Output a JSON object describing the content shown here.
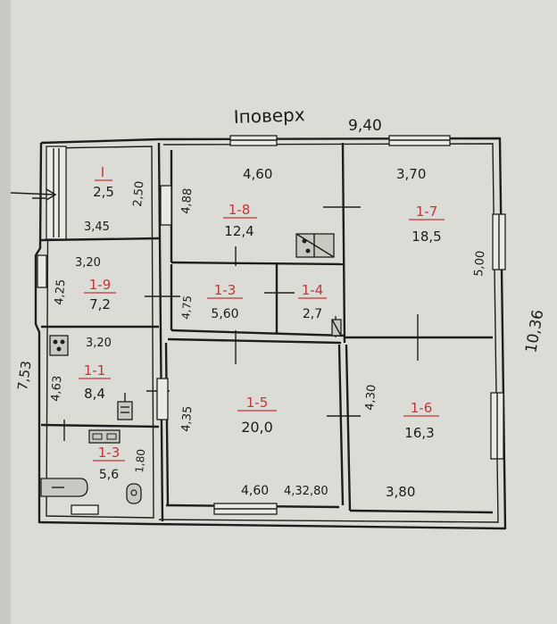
{
  "header": {
    "floor_label": "Іповерх",
    "overall_width": "9,40"
  },
  "side_dims": {
    "height_right": "10,36",
    "height_left": "7,53"
  },
  "rooms": [
    {
      "id": "room-1-2",
      "number": "I",
      "area": "2,5",
      "dims": [
        "2,50",
        "3,45"
      ]
    },
    {
      "id": "room-1-8",
      "number": "1-8",
      "area": "12,4",
      "dims": [
        "4,60",
        "4,88"
      ]
    },
    {
      "id": "room-1-7",
      "number": "1-7",
      "area": "18,5",
      "dims": [
        "3,70",
        "5,00"
      ]
    },
    {
      "id": "room-1-9",
      "number": "1-9",
      "area": "7,2",
      "dims": [
        "3,20",
        "4,25"
      ]
    },
    {
      "id": "room-1-3a",
      "number": "1-3",
      "area": "5,60",
      "dims": [
        "4,75"
      ]
    },
    {
      "id": "room-1-4",
      "number": "1-4",
      "area": "2,7",
      "dims": []
    },
    {
      "id": "room-1-1",
      "number": "1-1",
      "area": "8,4",
      "dims": [
        "3,20",
        "4,63"
      ]
    },
    {
      "id": "room-1-5",
      "number": "1-5",
      "area": "20,0",
      "dims": [
        "4,35",
        "4,60"
      ]
    },
    {
      "id": "room-1-6",
      "number": "1-6",
      "area": "16,3",
      "dims": [
        "4,30",
        "3,80"
      ]
    },
    {
      "id": "room-1-3b",
      "number": "1-3",
      "area": "5,6",
      "dims": [
        "1,80"
      ]
    }
  ],
  "extra_dims": {
    "bottom_mid": "4,32,80"
  }
}
